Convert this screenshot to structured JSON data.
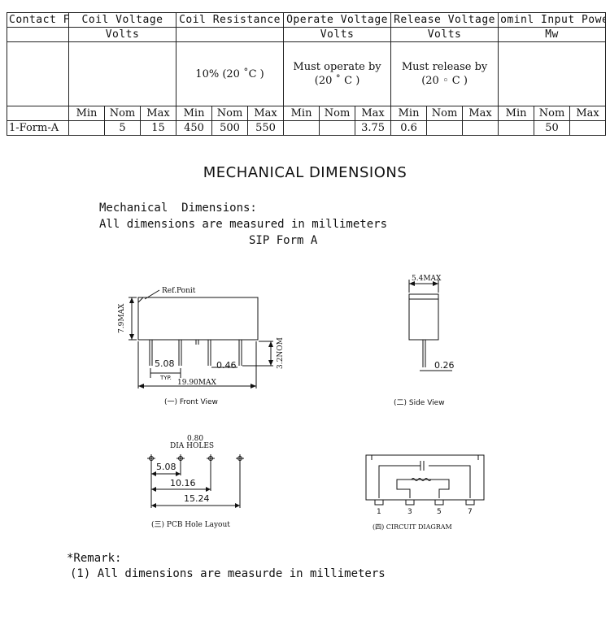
{
  "table": {
    "headers": [
      "Contact F",
      "Coil Voltage",
      "Coil Resistance",
      "Operate Voltage",
      "Release Voltage",
      "ominl Input Powe"
    ],
    "units": [
      "Volts",
      "Volts",
      "Volts",
      "Mw"
    ],
    "coil_resistance_note": "10% (20 ˚C )",
    "operate_note": "Must operate by (20 ˚ C )",
    "release_note": "Must release by (20 ◦ C )",
    "subheads": [
      "Min",
      "Nom",
      "Max",
      "Min",
      "Nom",
      "Max",
      "Min",
      "Nom",
      "Max",
      "Min",
      "Nom",
      "Max",
      "Min",
      "Nom",
      "Max"
    ],
    "row": {
      "contact": "1-Form-A",
      "coil_v": [
        "",
        "5",
        "15"
      ],
      "coil_r": [
        "450",
        "500",
        "550"
      ],
      "operate_v": [
        "",
        "",
        "3.75"
      ],
      "release_v": [
        "0.6",
        "",
        ""
      ],
      "power": [
        "",
        "50",
        ""
      ]
    }
  },
  "mech_title": "MECHANICAL DIMENSIONS",
  "notes": {
    "line1": "Mechanical  Dimensions:",
    "line2": "All dimensions are measured in millimeters",
    "line3": "SIP Form A"
  },
  "front": {
    "ref_point": "Ref.Ponit",
    "height": "7.9MAX",
    "pitch": "5.08",
    "typ": "TYP.",
    "pin_dia": "0.46",
    "pin_len": "3.2NOM",
    "length": "19.90MAX",
    "caption": "(一) Front View"
  },
  "side": {
    "width": "5.4MAX",
    "pin": "0.26",
    "caption": "(二) Side View"
  },
  "pcb": {
    "holes": "0.80",
    "holes2": "DIA HOLES",
    "d1": "5.08",
    "d2": "10.16",
    "d3": "15.24",
    "caption": "(三) PCB Hole Layout"
  },
  "circuit": {
    "pins": [
      "1",
      "3",
      "5",
      "7"
    ],
    "caption": "(四) CIRCUIT DIAGRAM"
  },
  "remark": {
    "title": "*Remark:",
    "line": "(1) All dimensions are measurde in millimeters"
  }
}
